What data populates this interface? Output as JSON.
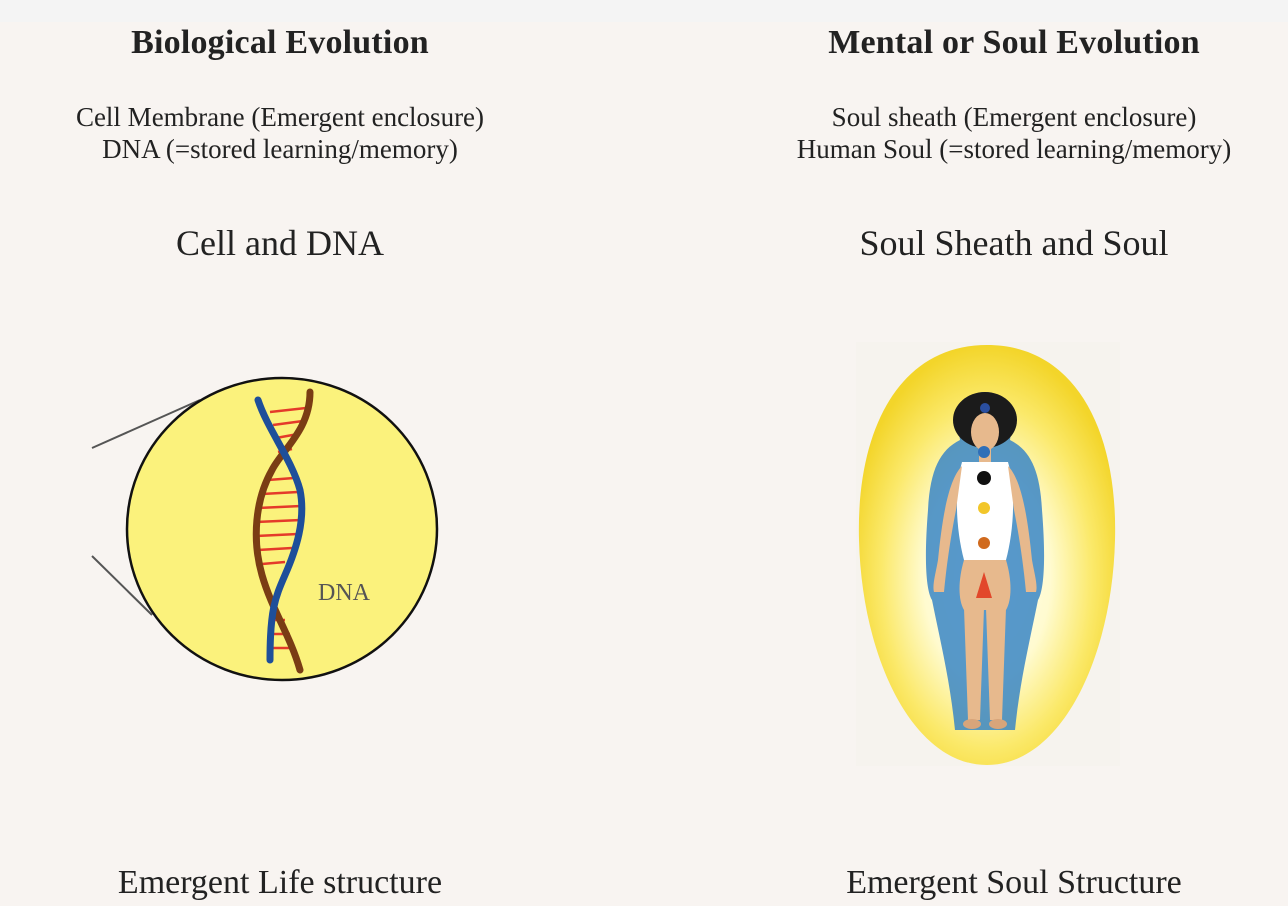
{
  "left": {
    "heading": "Biological Evolution",
    "line1": "Cell Membrane  (Emergent enclosure)",
    "line2": "DNA  (=stored learning/memory)",
    "subtitle": "Cell and DNA",
    "dna_label": "DNA",
    "caption": "Emergent Life structure"
  },
  "right": {
    "heading": "Mental or Soul Evolution",
    "line1": "Soul sheath (Emergent enclosure)",
    "line2": "Human Soul (=stored learning/memory)",
    "subtitle": "Soul Sheath and Soul",
    "caption": "Emergent Soul Structure"
  },
  "colors": {
    "background": "#f8f4f1",
    "cell_fill": "#fbf27c",
    "dna_strand_blue": "#1e4f9a",
    "dna_strand_brown": "#7a3d14",
    "dna_rungs": "#e43a2a",
    "aura": "#f8e24a"
  }
}
